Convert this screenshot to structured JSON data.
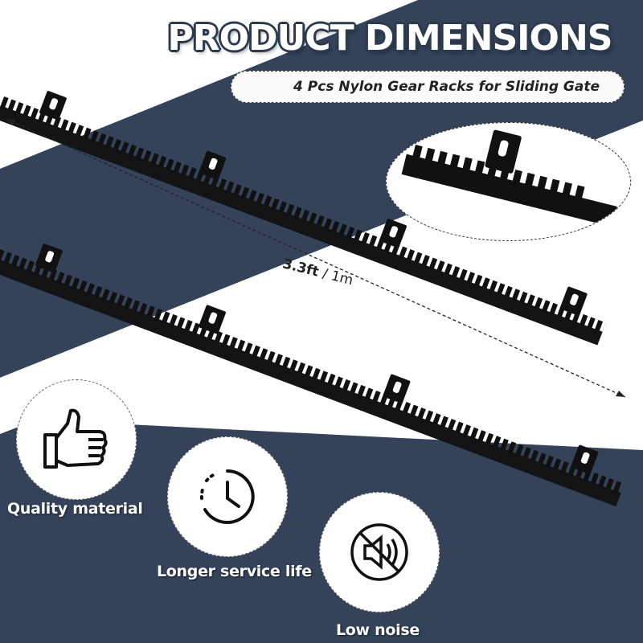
{
  "header": {
    "title": "PRODUCT DIMENSIONS",
    "subtitle": "4 Pcs Nylon Gear Racks for Sliding Gate"
  },
  "dimension": {
    "value": "3.3ft",
    "separator": " / ",
    "metric": "1m"
  },
  "features": [
    {
      "label": "Quality material",
      "icon": "thumbs-up-icon"
    },
    {
      "label": "Longer service life",
      "icon": "clock-icon"
    },
    {
      "label": "Low noise",
      "icon": "mute-speaker-icon"
    }
  ],
  "colors": {
    "navy": "#2f3d52",
    "rack": "#111111",
    "background": "#ffffff"
  }
}
